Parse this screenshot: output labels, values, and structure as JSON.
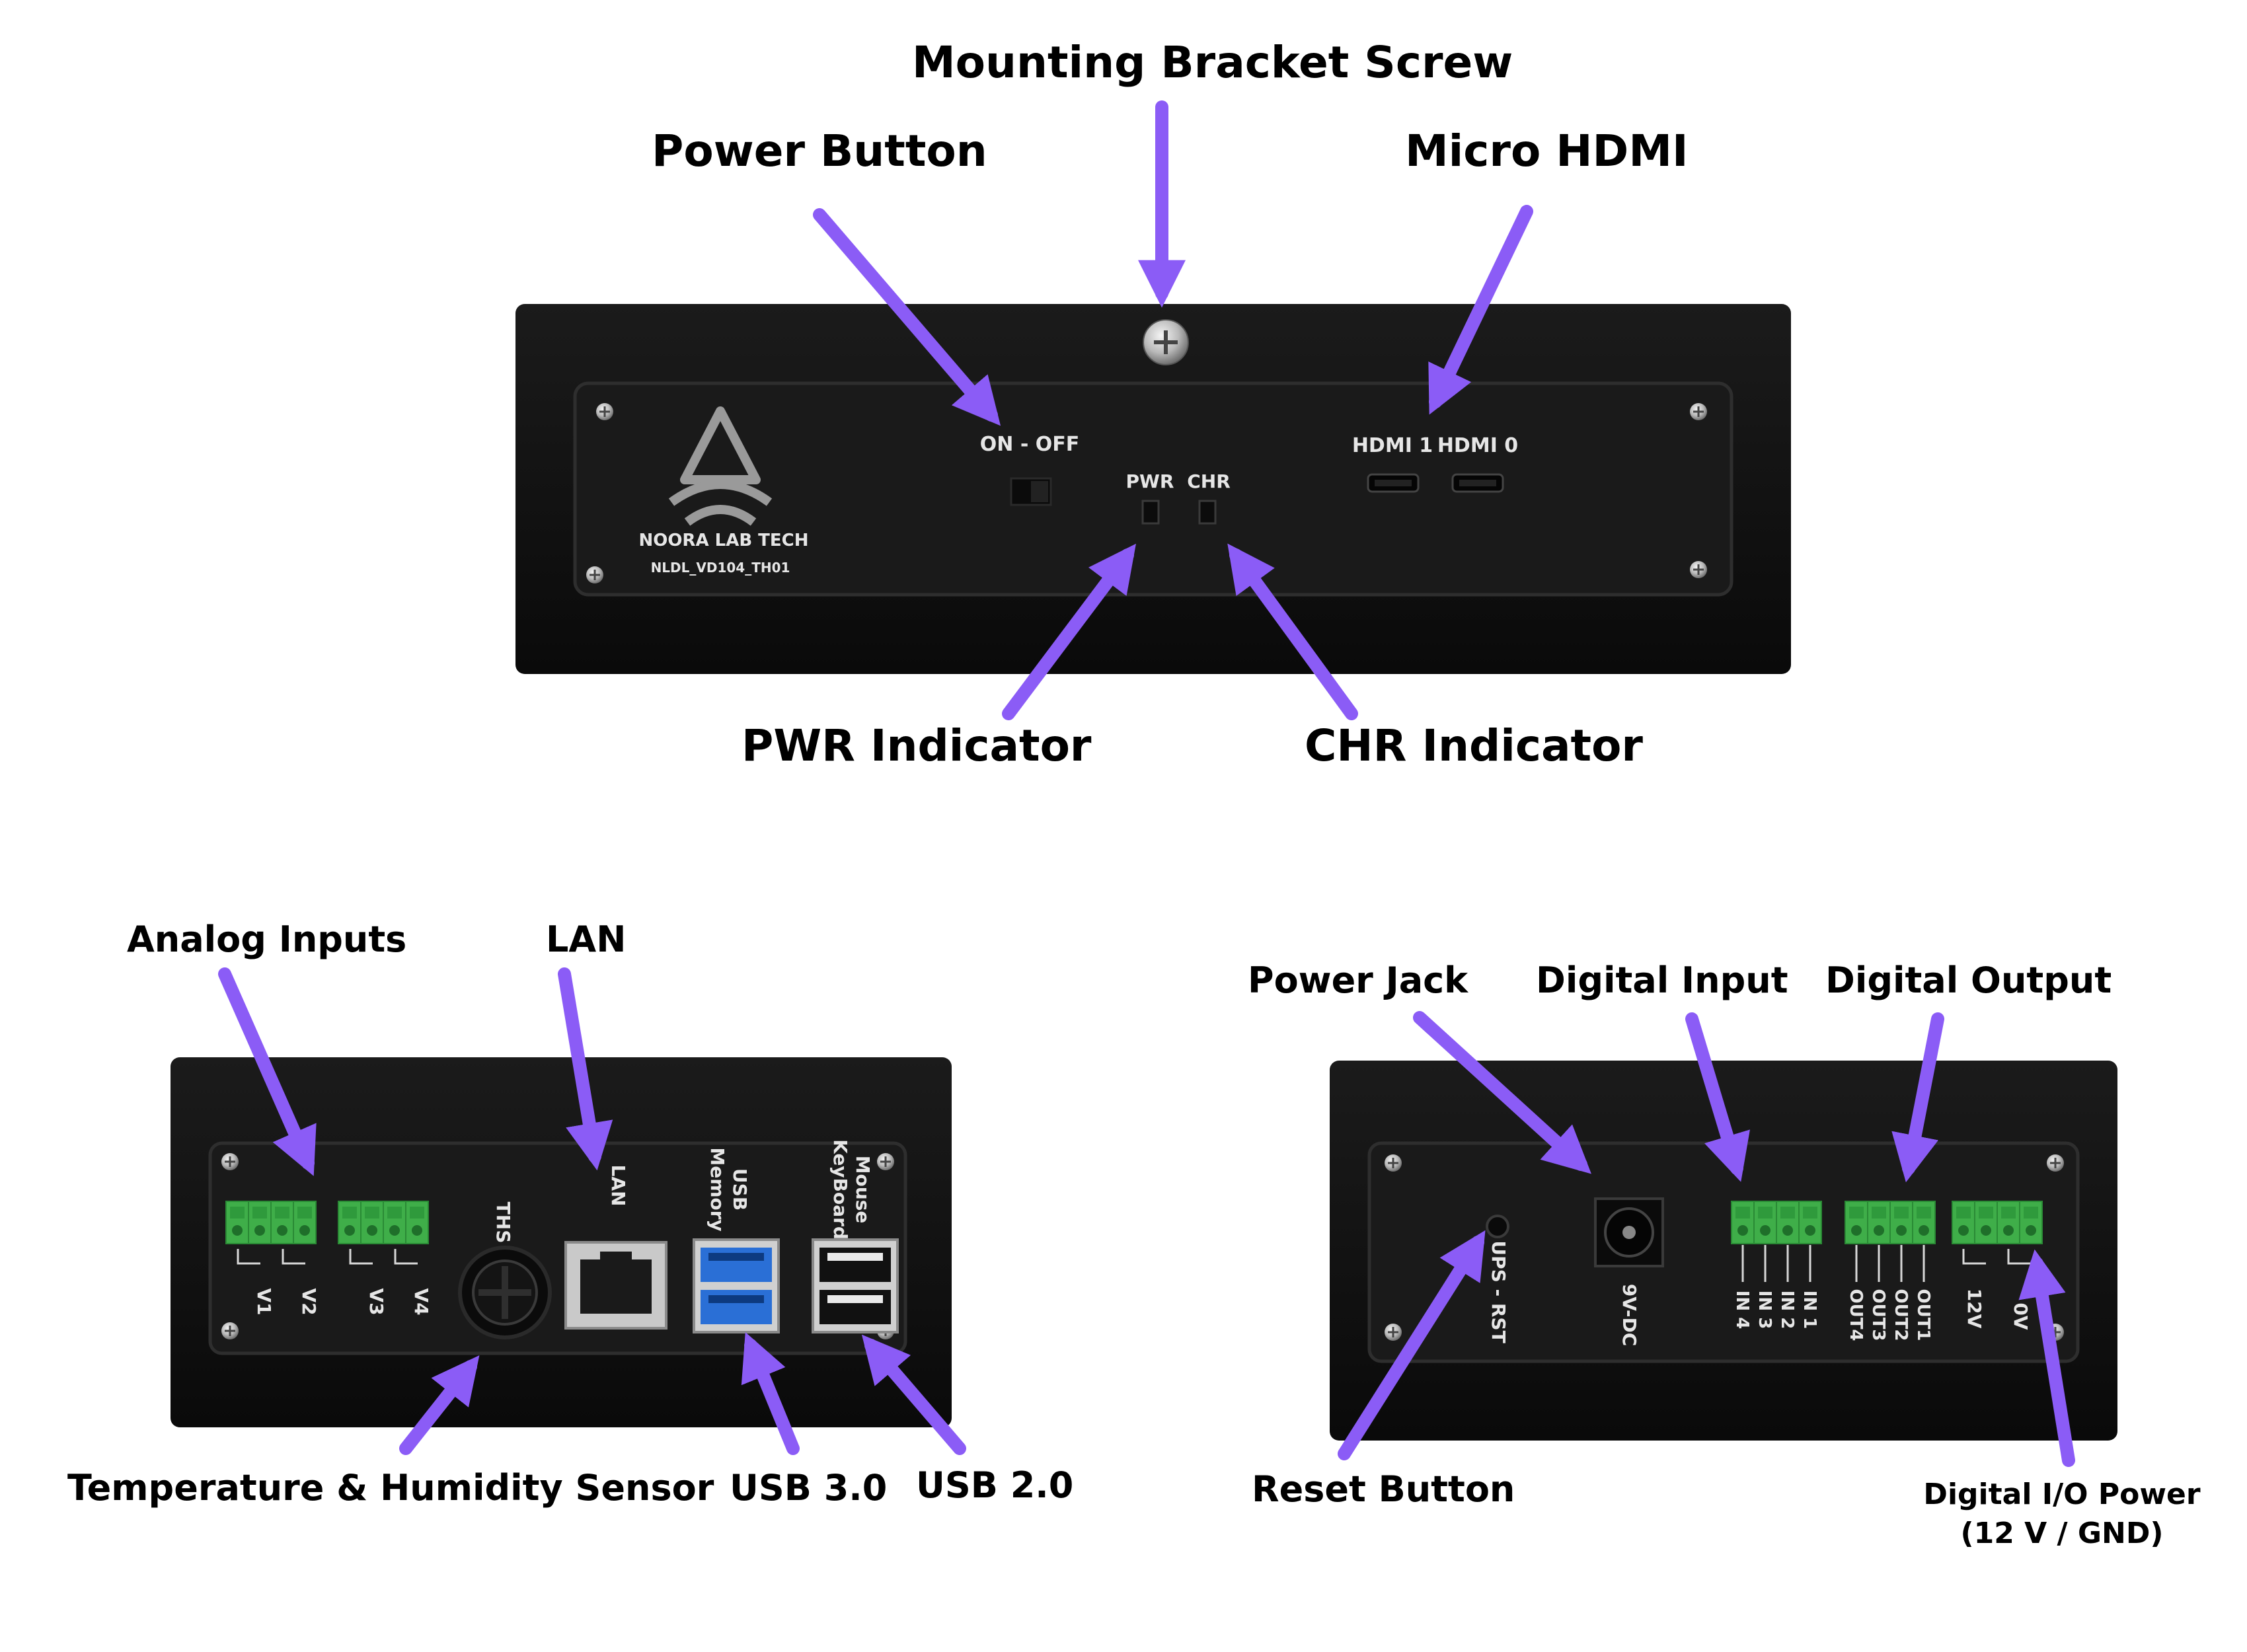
{
  "front": {
    "labels": {
      "mounting_screw": "Mounting Bracket Screw",
      "power_button": "Power Button",
      "micro_hdmi": "Micro HDMI",
      "pwr_indicator": "PWR Indicator",
      "chr_indicator": "CHR Indicator"
    },
    "panel": {
      "brand": "NOORA LAB TECH",
      "model": "NLDL_VD104_TH01",
      "switch_label": "ON - OFF",
      "pwr": "PWR",
      "chr": "CHR",
      "hdmi1": "HDMI 1",
      "hdmi0": "HDMI 0"
    }
  },
  "left": {
    "labels": {
      "analog_inputs": "Analog Inputs",
      "lan": "LAN",
      "temp_sensor": "Temperature & Humidity Sensor",
      "usb3": "USB 3.0",
      "usb2": "USB 2.0"
    },
    "panel": {
      "v1": "V1",
      "v2": "V2",
      "v3": "V3",
      "v4": "V4",
      "ths": "THS",
      "lan": "LAN",
      "usb_l1": "USB",
      "usb_l2": "Memory",
      "mouse_l1": "Mouse",
      "mouse_l2": "KeyBoard"
    }
  },
  "right": {
    "labels": {
      "power_jack": "Power Jack",
      "digital_input": "Digital Input",
      "digital_output": "Digital Output",
      "reset_button": "Reset Button",
      "io_power_l1": "Digital I/O Power",
      "io_power_l2": "(12 V / GND)"
    },
    "panel": {
      "ups": "UPS - RST",
      "dc": "9V-DC",
      "in4": "IN 4",
      "in3": "IN 3",
      "in2": "IN 2",
      "in1": "IN 1",
      "out4": "OUT4",
      "out3": "OUT3",
      "out2": "OUT2",
      "out1": "OUT1",
      "v12": "12V",
      "v0": "0V"
    }
  },
  "colors": {
    "arrow": "#8b5cf6",
    "enclosure": "#101010",
    "faceplate": "#161616",
    "terminal": "#3fae49",
    "usb3_blue": "#2a6fd6"
  },
  "icons": [
    "screw-icon",
    "logo-icon",
    "hdmi-port-icon",
    "rj45-port-icon",
    "usb-port-icon",
    "dc-jack-icon",
    "terminal-block-icon"
  ]
}
